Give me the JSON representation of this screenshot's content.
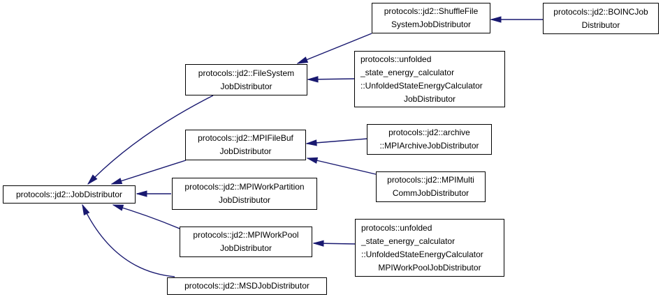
{
  "diagram": {
    "type": "class-inheritance-graph",
    "background_color": "#ffffff",
    "arrow_color": "#191970",
    "node_border_color": "#000000",
    "node_fill_color": "#ffffff",
    "text_color": "#000000",
    "nodes": [
      {
        "id": "jobdistributor",
        "lines": [
          "protocols::jd2::JobDistributor"
        ]
      },
      {
        "id": "filesystem",
        "lines": [
          "protocols::jd2::FileSystem",
          "JobDistributor"
        ]
      },
      {
        "id": "mpifilebuf",
        "lines": [
          "protocols::jd2::MPIFileBuf",
          "JobDistributor"
        ]
      },
      {
        "id": "mpiworkpartition",
        "lines": [
          "protocols::jd2::MPIWorkPartition",
          "JobDistributor"
        ]
      },
      {
        "id": "mpiworkpool",
        "lines": [
          "protocols::jd2::MPIWorkPool",
          "JobDistributor"
        ]
      },
      {
        "id": "msd",
        "lines": [
          "protocols::jd2::MSDJobDistributor"
        ]
      },
      {
        "id": "shufflefilesystem",
        "lines": [
          "protocols::jd2::ShuffleFile",
          "SystemJobDistributor"
        ]
      },
      {
        "id": "unfolded-jd",
        "lines": [
          "protocols::unfolded",
          "_state_energy_calculator",
          "::UnfoldedStateEnergyCalculator",
          "JobDistributor"
        ]
      },
      {
        "id": "mpiarchive",
        "lines": [
          "protocols::jd2::archive",
          "::MPIArchiveJobDistributor"
        ]
      },
      {
        "id": "mpimulticomm",
        "lines": [
          "protocols::jd2::MPIMulti",
          "CommJobDistributor"
        ]
      },
      {
        "id": "unfolded-mpiworkpool",
        "lines": [
          "protocols::unfolded",
          "_state_energy_calculator",
          "::UnfoldedStateEnergyCalculator",
          "MPIWorkPoolJobDistributor"
        ]
      },
      {
        "id": "boinc",
        "lines": [
          "protocols::jd2::BOINCJob",
          "Distributor"
        ]
      }
    ],
    "edges": [
      {
        "from": "filesystem",
        "to": "jobdistributor"
      },
      {
        "from": "mpifilebuf",
        "to": "jobdistributor"
      },
      {
        "from": "mpiworkpartition",
        "to": "jobdistributor"
      },
      {
        "from": "mpiworkpool",
        "to": "jobdistributor"
      },
      {
        "from": "msd",
        "to": "jobdistributor"
      },
      {
        "from": "shufflefilesystem",
        "to": "filesystem"
      },
      {
        "from": "unfolded-jd",
        "to": "filesystem"
      },
      {
        "from": "boinc",
        "to": "shufflefilesystem"
      },
      {
        "from": "mpiarchive",
        "to": "mpifilebuf"
      },
      {
        "from": "mpimulticomm",
        "to": "mpifilebuf"
      },
      {
        "from": "unfolded-mpiworkpool",
        "to": "mpiworkpool"
      }
    ]
  }
}
